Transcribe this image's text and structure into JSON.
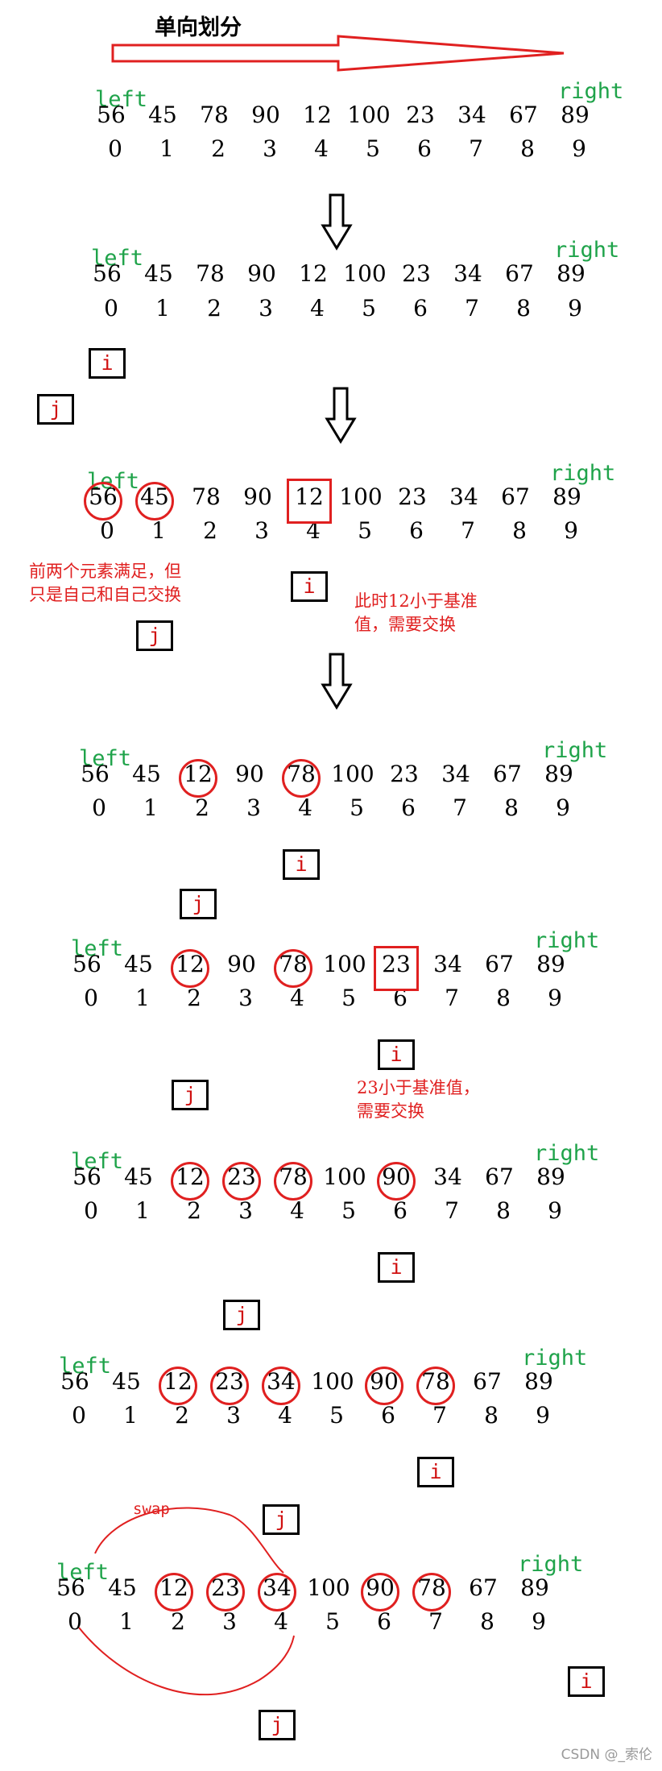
{
  "title": "单向划分",
  "left_label": "left",
  "right_label": "right",
  "pointer_i": "i",
  "pointer_j": "j",
  "watermark": "CSDN @_索伦",
  "swap_label": "swap",
  "notes": {
    "step2_line1": "前两个元素满足，但",
    "step2_line2": "只是自己和自己交换",
    "step2_right_line1": "此时12小于基准",
    "step2_right_line2": "值，需要交换",
    "step4_line1": "23小于基准值，",
    "step4_line2": "需要交换"
  },
  "indices": [
    "0",
    "1",
    "2",
    "3",
    "4",
    "5",
    "6",
    "7",
    "8",
    "9"
  ],
  "steps": [
    {
      "values": [
        "56",
        "45",
        "78",
        "90",
        "12",
        "100",
        "23",
        "34",
        "67",
        "89"
      ],
      "circles": [],
      "squares": [],
      "i": null,
      "j": null
    },
    {
      "values": [
        "56",
        "45",
        "78",
        "90",
        "12",
        "100",
        "23",
        "34",
        "67",
        "89"
      ],
      "circles": [],
      "squares": [],
      "i": 0,
      "j": -1
    },
    {
      "values": [
        "56",
        "45",
        "78",
        "90",
        "12",
        "100",
        "23",
        "34",
        "67",
        "89"
      ],
      "circles": [
        0,
        1
      ],
      "squares": [
        4
      ],
      "i": 4,
      "j": 1
    },
    {
      "values": [
        "56",
        "45",
        "12",
        "90",
        "78",
        "100",
        "23",
        "34",
        "67",
        "89"
      ],
      "circles": [
        2,
        4
      ],
      "squares": [],
      "i": 4,
      "j": 2
    },
    {
      "values": [
        "56",
        "45",
        "12",
        "90",
        "78",
        "100",
        "23",
        "34",
        "67",
        "89"
      ],
      "circles": [
        2,
        4
      ],
      "squares": [
        6
      ],
      "i": 6,
      "j": 2
    },
    {
      "values": [
        "56",
        "45",
        "12",
        "23",
        "78",
        "100",
        "90",
        "34",
        "67",
        "89"
      ],
      "circles": [
        2,
        3,
        4,
        6
      ],
      "squares": [],
      "i": 6,
      "j": 3
    },
    {
      "values": [
        "56",
        "45",
        "12",
        "23",
        "34",
        "100",
        "90",
        "78",
        "67",
        "89"
      ],
      "circles": [
        2,
        3,
        4,
        6,
        7
      ],
      "squares": [],
      "i": 7,
      "j": 4
    },
    {
      "values": [
        "56",
        "45",
        "12",
        "23",
        "34",
        "100",
        "90",
        "78",
        "67",
        "89"
      ],
      "circles": [
        2,
        3,
        4,
        6,
        7
      ],
      "squares": [],
      "i": 10,
      "j": 4
    }
  ]
}
